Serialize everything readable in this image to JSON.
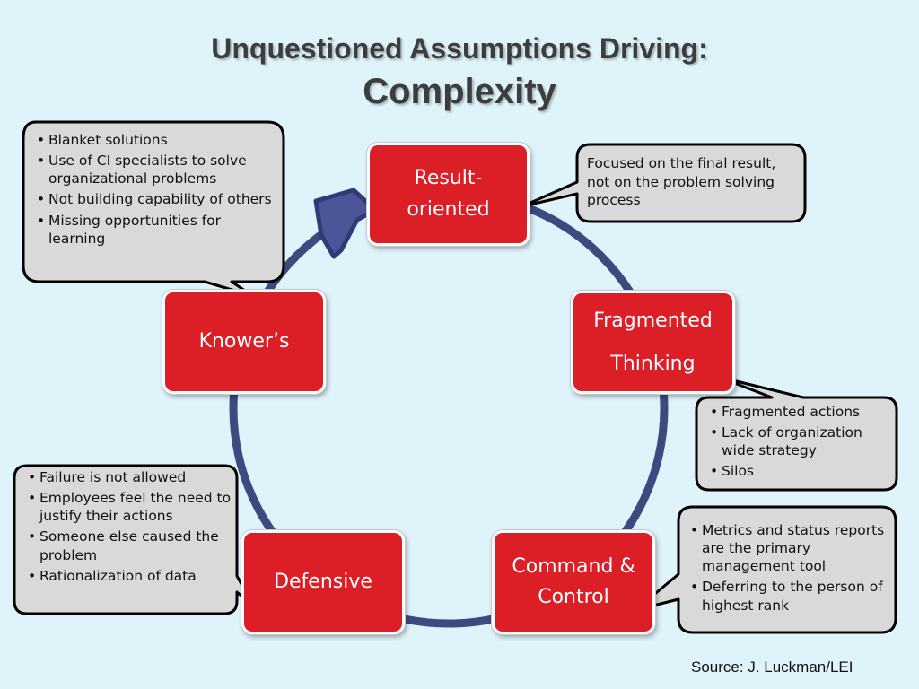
{
  "title": {
    "line1": "Unquestioned Assumptions Driving:",
    "line2": "Complexity"
  },
  "nodes": {
    "result": "Result-\noriented",
    "fragmented": "Fragmented\nThinking",
    "command": "Command &\nControl",
    "defensive": "Defensive",
    "knowers": "Knower’s"
  },
  "notes": {
    "knowers": [
      "Blanket solutions",
      "Use of CI specialists to solve organizational problems",
      "Not building capability of others",
      "Missing opportunities for learning"
    ],
    "result": "Focused on the final result, not on the problem solving process",
    "fragmented": [
      "Fragmented actions",
      "Lack of organization wide strategy",
      "Silos"
    ],
    "command": [
      "Metrics and status reports are the primary management tool",
      "Deferring to the person of highest rank"
    ],
    "defensive": [
      "Failure is not allowed",
      "Employees feel the need to justify their actions",
      "Someone else caused the problem",
      "Rationalization of data"
    ]
  },
  "source": "Source: J. Luckman/LEI",
  "colors": {
    "node_fill": "#dc1f26",
    "cycle_line": "#3c4a80",
    "arrow_fill": "#4b5598",
    "callout_fill": "#d9d9d9",
    "background": "#dff3fa"
  }
}
